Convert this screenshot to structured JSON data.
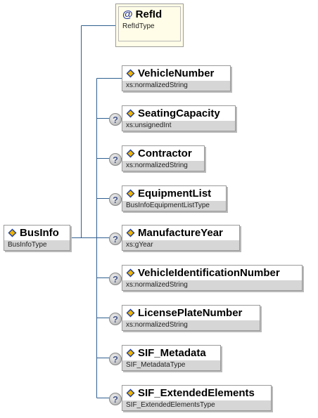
{
  "root": {
    "name": "BusInfo",
    "type": "BusInfoType",
    "icon": "element-icon"
  },
  "attribute": {
    "name": "RefId",
    "type": "RefIdType",
    "marker": "@"
  },
  "optional_marker": "?",
  "children": [
    {
      "name": "VehicleNumber",
      "type": "xs:normalizedString",
      "optional": false
    },
    {
      "name": "SeatingCapacity",
      "type": "xs:unsignedInt",
      "optional": true
    },
    {
      "name": "Contractor",
      "type": "xs:normalizedString",
      "optional": true
    },
    {
      "name": "EquipmentList",
      "type": "BusInfoEquipmentListType",
      "optional": true
    },
    {
      "name": "ManufactureYear",
      "type": "xs:gYear",
      "optional": true
    },
    {
      "name": "VehicleIdentificationNumber",
      "type": "xs:normalizedString",
      "optional": true
    },
    {
      "name": "LicensePlateNumber",
      "type": "xs:normalizedString",
      "optional": true
    },
    {
      "name": "SIF_Metadata",
      "type": "SIF_MetadataType",
      "optional": true
    },
    {
      "name": "SIF_ExtendedElements",
      "type": "SIF_ExtendedElementsType",
      "optional": true
    }
  ],
  "colors": {
    "line": "#2f5f8f",
    "type_bg": "#d6d6d6",
    "attr_bg": "#fffde7"
  }
}
